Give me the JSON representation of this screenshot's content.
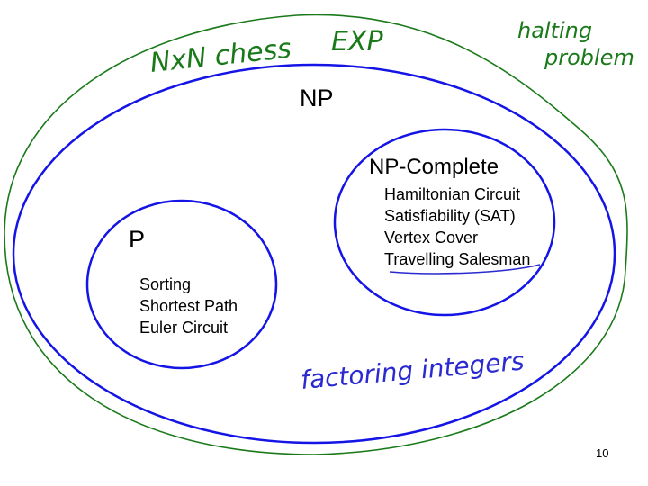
{
  "colors": {
    "exp_green": "#1a7a1a",
    "np_blue": "#1414e6",
    "ink_blue": "#2a2ad0"
  },
  "sets": {
    "np": {
      "label": "NP"
    },
    "np_complete": {
      "label": "NP-Complete",
      "items": [
        "Hamiltonian Circuit",
        "Satisfiability (SAT)",
        "Vertex Cover",
        "Travelling Salesman"
      ]
    },
    "p": {
      "label": "P",
      "items": [
        "Sorting",
        "Shortest Path",
        "Euler Circuit"
      ]
    }
  },
  "annotations": {
    "nxn_chess": "NxN chess",
    "exp": "EXP",
    "halting_line1": "halting",
    "halting_line2": "problem",
    "factoring": "factoring integers"
  },
  "page_number": "10"
}
